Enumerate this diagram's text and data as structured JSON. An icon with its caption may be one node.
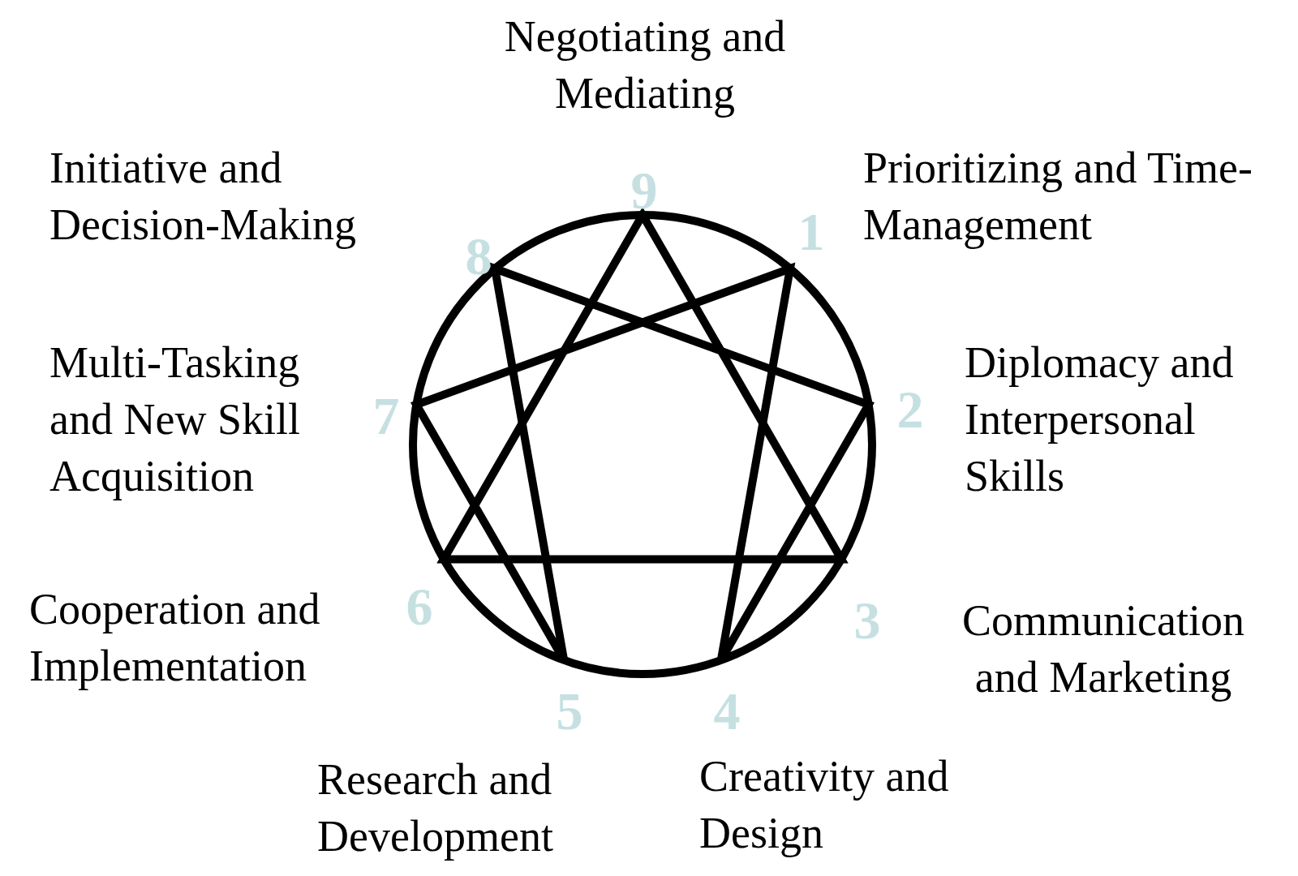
{
  "diagram": {
    "labels": [
      "Negotiating and Mediating",
      "Initiative and Decision-Making",
      "9",
      "Prioritizing and Time-Management",
      "1",
      "8",
      "Multi-Tasking and New Skill Acquisition",
      "7",
      "2",
      "Diplomacy and Interpersonal Skills",
      "Cooperation and Implementation",
      "6",
      "3",
      "Communication and Marketing",
      "5",
      "4",
      "Research and Development",
      "Creativity and Design"
    ]
  }
}
